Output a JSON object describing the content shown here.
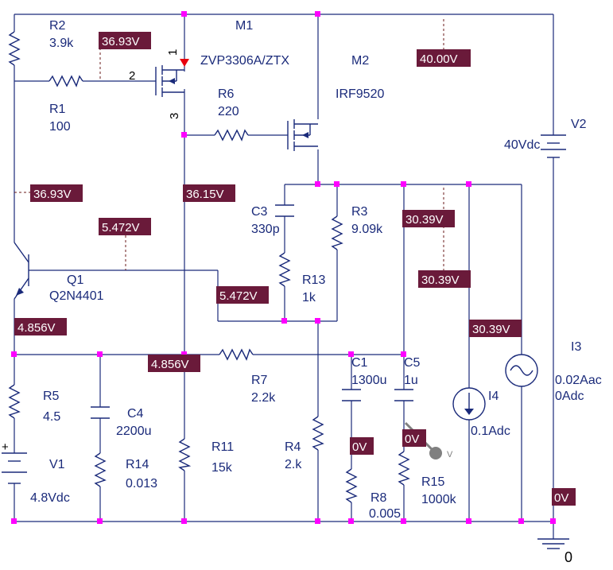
{
  "colors": {
    "wire": "#1a2a7a",
    "junction": "#ff00ff",
    "voltage_marker_bg": "#6a1a3a",
    "voltage_marker_text": "#ffffff",
    "arrow": "#e8000f",
    "probe": "#808080"
  },
  "components": {
    "r2": {
      "ref": "R2",
      "value": "3.9k"
    },
    "r1": {
      "ref": "R1",
      "value": "100"
    },
    "m1": {
      "ref": "M1",
      "part": "ZVP3306A/ZTX",
      "pin_1": "1",
      "pin_2": "2",
      "pin_3": "3"
    },
    "m2": {
      "ref": "M2",
      "part": "IRF9520"
    },
    "r6": {
      "ref": "R6",
      "value": "220"
    },
    "v2": {
      "ref": "V2",
      "value": "40Vdc"
    },
    "c3": {
      "ref": "C3",
      "value": "330p"
    },
    "r3": {
      "ref": "R3",
      "value": "9.09k"
    },
    "r13": {
      "ref": "R13",
      "value": "1k"
    },
    "q1": {
      "ref": "Q1",
      "part": "Q2N4401"
    },
    "r7": {
      "ref": "R7",
      "value": "2.2k"
    },
    "c1": {
      "ref": "C1",
      "value": "1300u"
    },
    "c5": {
      "ref": "C5",
      "value": "1u"
    },
    "i3": {
      "ref": "I3",
      "ac": "0.02Aac",
      "dc": "0Adc"
    },
    "i4": {
      "ref": "I4",
      "value": "0.1Adc"
    },
    "r5": {
      "ref": "R5",
      "value": "4.5"
    },
    "c4": {
      "ref": "C4",
      "value": "2200u"
    },
    "r11": {
      "ref": "R11",
      "value": "15k"
    },
    "r4": {
      "ref": "R4",
      "value": "2.k"
    },
    "r8": {
      "ref": "R8",
      "value": "0.005"
    },
    "r15": {
      "ref": "R15",
      "value": "1000k"
    },
    "v1": {
      "ref": "V1",
      "value": "4.8Vdc",
      "plus": "+"
    },
    "r14": {
      "ref": "R14",
      "value": "0.013"
    }
  },
  "ground": {
    "label": "0"
  },
  "probe": {
    "label": "V"
  },
  "voltage_markers": [
    "36.93V",
    "40.00V",
    "36.93V",
    "36.15V",
    "5.472V",
    "5.472V",
    "30.39V",
    "30.39V",
    "30.39V",
    "4.856V",
    "4.856V",
    "0V",
    "0V",
    "0V"
  ]
}
